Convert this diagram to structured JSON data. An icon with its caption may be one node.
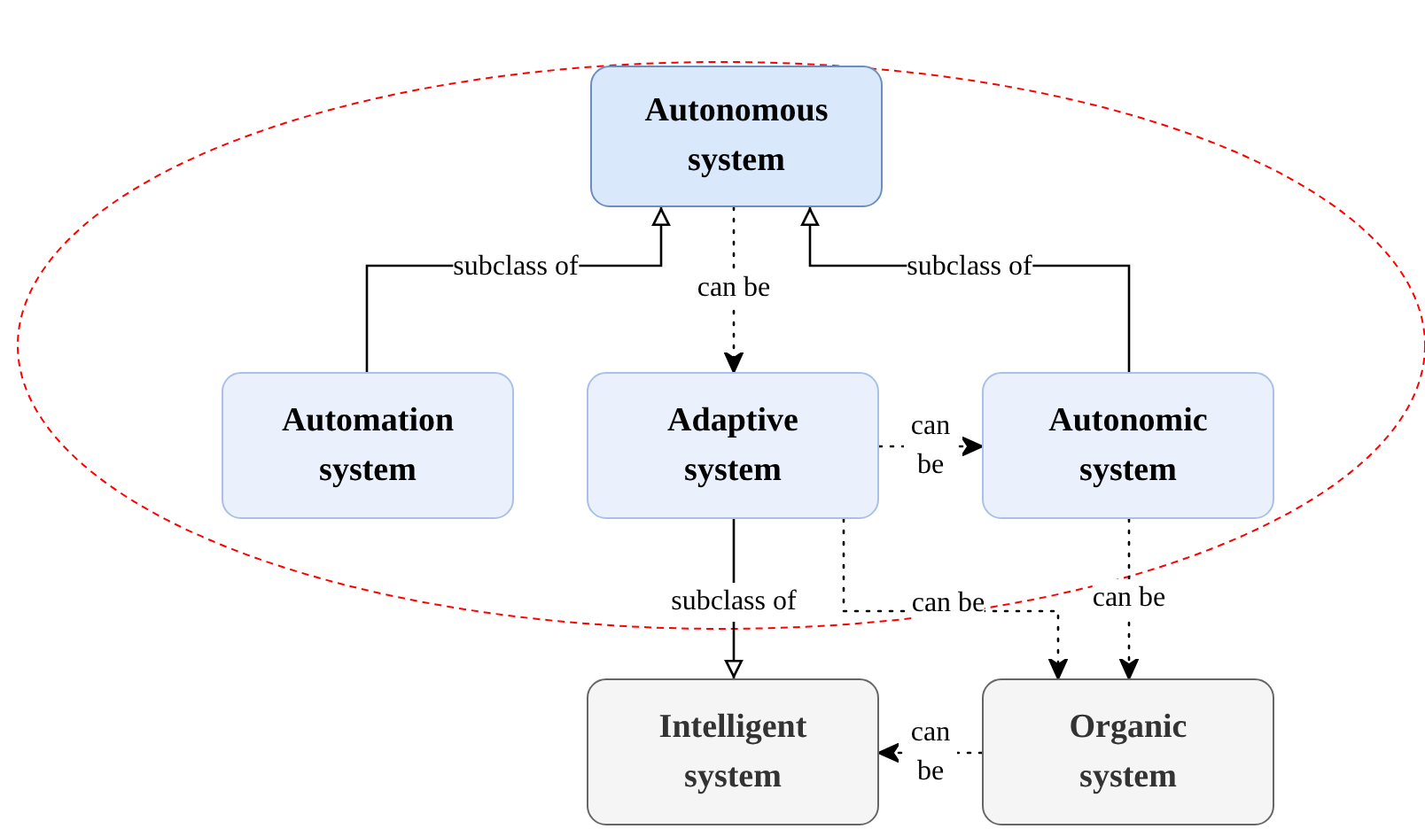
{
  "diagram": {
    "nodes": [
      {
        "text": [
          "Autonomous system"
        ]
      },
      {
        "text": [
          "Automation system"
        ]
      },
      {
        "text": [
          "Adaptive system"
        ]
      },
      {
        "text": [
          "Autonomic system"
        ]
      },
      {
        "text": [
          "Intelligent system"
        ]
      },
      {
        "text": [
          "Organic system"
        ]
      }
    ],
    "edges": [
      {
        "from": 1,
        "to": 0,
        "arrow": "to",
        "label": "subclass of"
      },
      {
        "from": 3,
        "to": 0,
        "arrow": "to",
        "label": "subclass of"
      },
      {
        "from": 0,
        "to": 2,
        "arrow": "to",
        "label": "can be",
        "style": "dashed"
      },
      {
        "from": 2,
        "to": 3,
        "arrow": "to",
        "label": "can be",
        "style": "dashed"
      },
      {
        "from": 2,
        "to": 4,
        "arrow": "to",
        "label": "subclass of"
      },
      {
        "from": 2,
        "to": 5,
        "arrow": "to",
        "label": "can be",
        "style": "dashed"
      },
      {
        "from": 3,
        "to": 5,
        "arrow": "to",
        "label": "can be",
        "style": "dashed"
      },
      {
        "from": 5,
        "to": 4,
        "arrow": "to",
        "label": "can be",
        "style": "dashed"
      }
    ]
  }
}
